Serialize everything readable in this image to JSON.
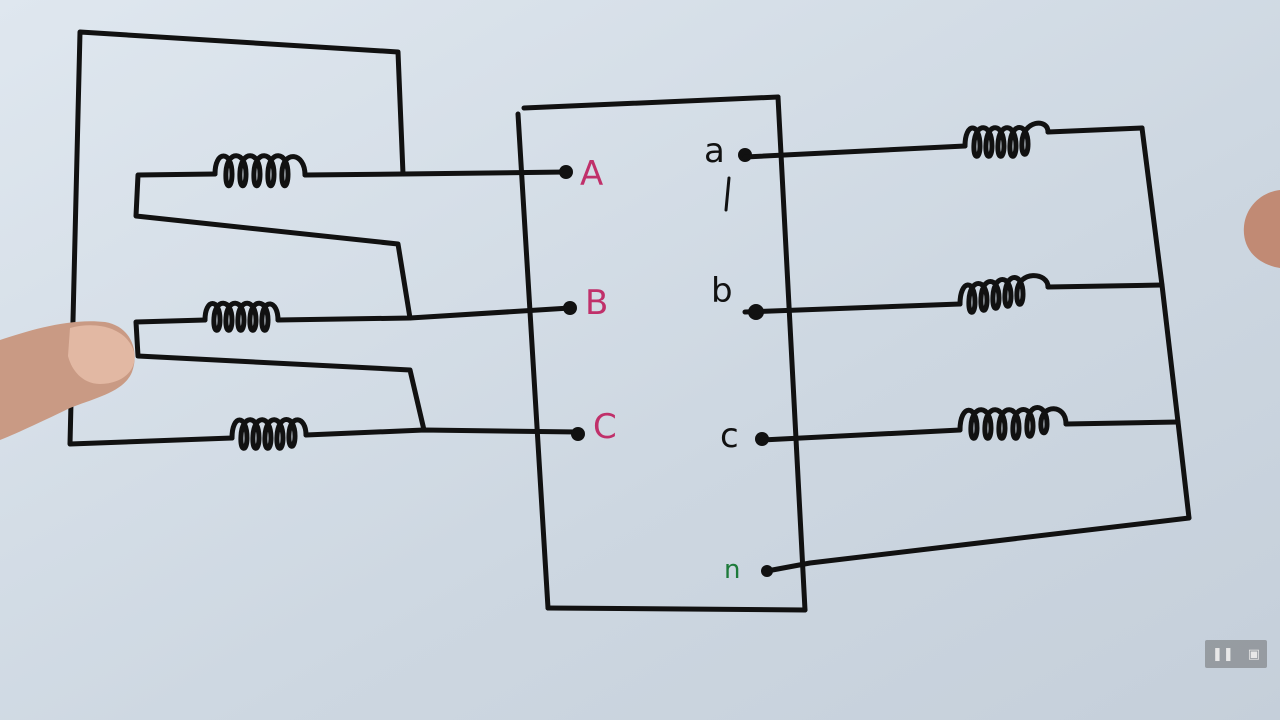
{
  "diagram": {
    "primary_terminals": [
      "A",
      "B",
      "C"
    ],
    "secondary_terminals": [
      "a",
      "b",
      "c",
      "n"
    ],
    "colors": {
      "primary_label": "#c0306a",
      "secondary_label": "#111111",
      "neutral_label": "#1d7a3a",
      "wire": "#111111",
      "paper": "#cfd8e2"
    }
  },
  "player": {
    "pause_icon": "pause-icon",
    "screen_icon": "screen-icon"
  }
}
